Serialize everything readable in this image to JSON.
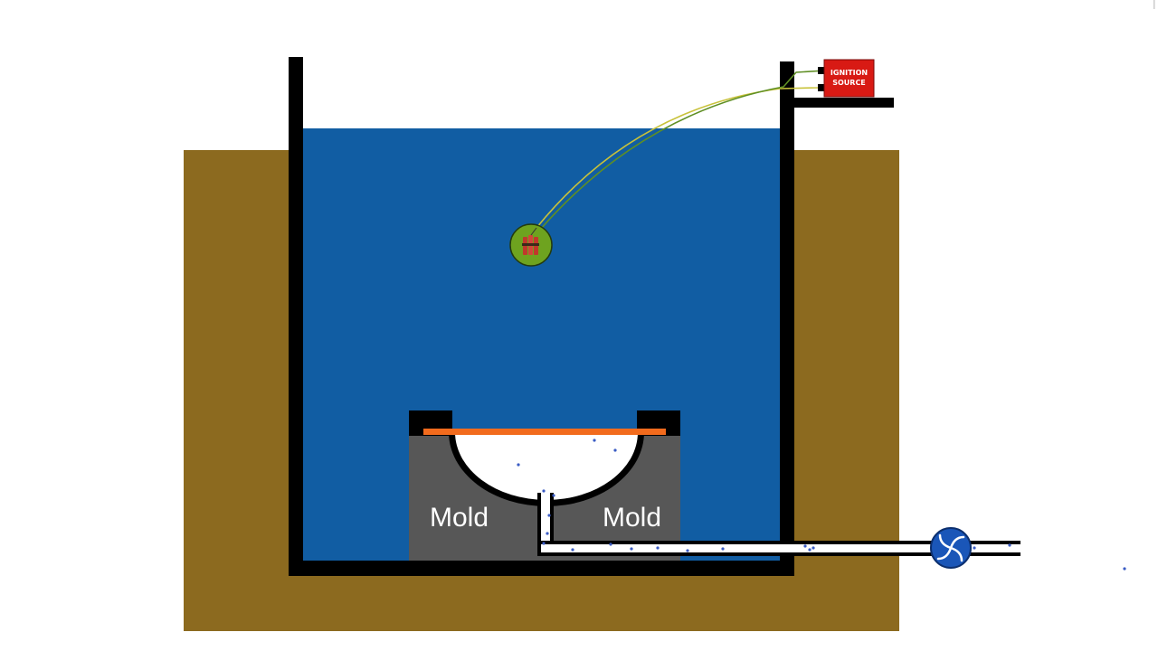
{
  "labels": {
    "mold_left": "Mold",
    "mold_right": "Mold",
    "ignition_line1": "IGNITION",
    "ignition_line2": "SOURCE"
  },
  "colors": {
    "ground": "#8c6a1f",
    "water": "#115da3",
    "tank_wall": "#000000",
    "mold": "#575757",
    "blank_sheet": "#f26b1d",
    "ignition_box": "#d81a14",
    "charge_ball": "#6ea31f",
    "detonator": "#c0392b",
    "wire": "#7a8c1f",
    "pump": "#1a56b8",
    "air_bubble": "#3a5cc4"
  },
  "icons": {
    "charge": "explosive-charge-icon",
    "pump": "vacuum-pump-icon",
    "ignition": "ignition-source-box"
  }
}
